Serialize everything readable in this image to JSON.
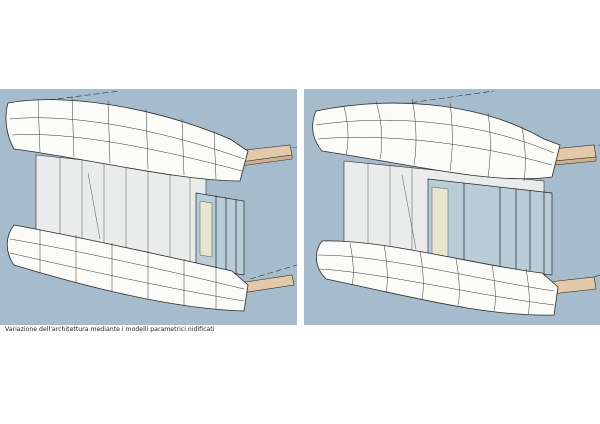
{
  "caption": "Variazione dell'architettura mediante i modelli parametrici nidificati",
  "viewports": [
    {
      "name": "left-model-view",
      "variant": "straight-frames"
    },
    {
      "name": "right-model-view",
      "variant": "curved-frames"
    }
  ],
  "colors": {
    "viewport_background": "#a6bccc",
    "panel_fill": "#fbfbf8",
    "panel_line": "#2a2a2a",
    "wall_fill": "#e9eceb",
    "glass_fill": "#b8cdd8",
    "slab_fill": "#e3c9a8",
    "insulation_fill": "#e7e6cf"
  }
}
